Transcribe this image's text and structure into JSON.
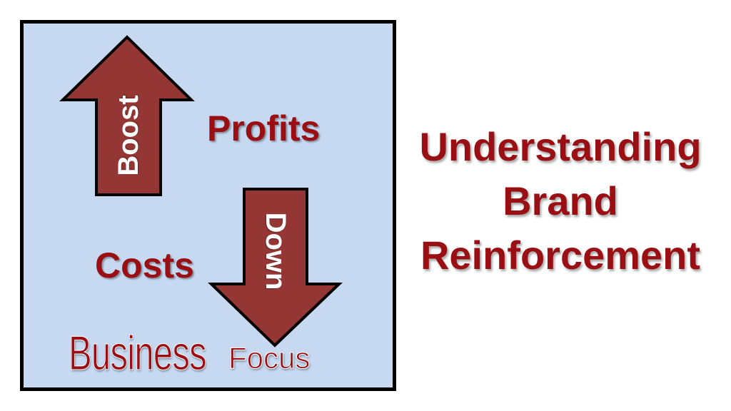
{
  "diagram": {
    "panel": {
      "background": "#c6d9f0",
      "border_color": "#000000",
      "up_arrow": {
        "label": "Boost",
        "direction": "up",
        "fill": "#943634",
        "icon": "up-arrow-icon"
      },
      "up_word": "Profits",
      "down_arrow": {
        "label": "Down",
        "direction": "down",
        "fill": "#943634",
        "icon": "down-arrow-icon"
      },
      "down_word": "Costs",
      "caption_part1": "Business",
      "caption_part2": "Focus"
    },
    "title_lines": [
      "Understanding",
      "Brand",
      "Reinforcement"
    ],
    "text_color": "#9a0f14"
  }
}
